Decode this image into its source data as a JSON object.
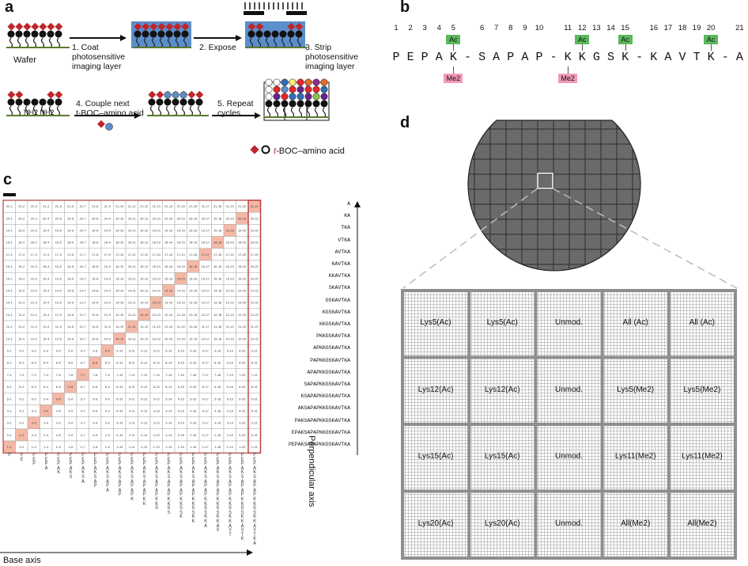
{
  "panels": {
    "a": {
      "label": "a",
      "steps": [
        {
          "text": "1. Coat\nphotosensitive\nimaging layer"
        },
        {
          "text": "2. Expose"
        },
        {
          "text": "3. Strip\nphotosensitive\nimaging layer"
        },
        {
          "text": "4. Couple next\nt-BOC–amino acid"
        },
        {
          "text": "5. Repeat\ncycles"
        }
      ],
      "wafer_label": "Wafer",
      "nh2_label": "NH2 NH2",
      "legend_prefix": "t",
      "legend_text": "-BOC–amino acid"
    },
    "b": {
      "label": "b",
      "positions": [
        "1",
        "2",
        "3",
        "4",
        "5",
        "",
        "6",
        "7",
        "8",
        "9",
        "10",
        "",
        "11",
        "12",
        "13",
        "14",
        "15",
        "",
        "16",
        "17",
        "18",
        "19",
        "20",
        "",
        "21"
      ],
      "sequence": [
        "P",
        "E",
        "P",
        "A",
        "K",
        "-",
        "S",
        "A",
        "P",
        "A",
        "P",
        "-",
        "K",
        "K",
        "G",
        "S",
        "K",
        "-",
        "K",
        "A",
        "V",
        "T",
        "K",
        "-",
        "A"
      ],
      "ac_tags": [
        {
          "index": 4,
          "text": "Ac"
        },
        {
          "index": 13,
          "text": "Ac"
        },
        {
          "index": 16,
          "text": "Ac"
        },
        {
          "index": 22,
          "text": "Ac"
        }
      ],
      "me_tags": [
        {
          "index": 4,
          "text": "Me2"
        },
        {
          "index": 12,
          "text": "Me2"
        }
      ],
      "colors": {
        "ac": "#5cb85c",
        "me": "#f29ab8"
      }
    },
    "c": {
      "label": "c",
      "base_axis": "Base axis",
      "perp_axis": "Perpendicular axis",
      "row_labels": [
        "A",
        "KA",
        "TKA",
        "VTKA",
        "AVTKA",
        "KAVTKA",
        "KKAVTKA",
        "SKAVTKA",
        "GSKAVTKA",
        "KGSKAVTKA",
        "KKGSKAVTKA",
        "PKKGSKAVTKA",
        "APKKGSKAVTKA",
        "PAPKKGSKAVTKA",
        "APAPKKGSKAVTKA",
        "SAPAPKKGSKAVTKA",
        "KSAPAPKKGSKAVTKA",
        "AKSAPAPKKGSKAVTKA",
        "PAKSAPAPKKGSKAVTKA",
        "EPAKSAPAPKKGSKAVTKA",
        "PEPAKSAPAPKKGSKAVTKA"
      ],
      "col_labels": [
        "P",
        "PE",
        "PEP",
        "PEPA",
        "PEPAK",
        "PEPAKS",
        "PEPAKSA",
        "PEPAKSAP",
        "PEPAKSAPA",
        "PEPAKSAPAP",
        "PEPAKSAPAPK",
        "PEPAKSAPAPKK",
        "PEPAKSAPAPKKG",
        "PEPAKSAPAPKKGS",
        "PEPAKSAPAPKKGSK",
        "PEPAKSAPAPKKGSKK",
        "PEPAKSAPAPKKGSKKA",
        "PEPAKSAPAPKKGSKKAV",
        "PEPAKSAPAPKKGSKKAVT",
        "PEPAKSAPAPKKGSKKAVTK",
        "PEPAKSAPAPKKGSKKAVTKA"
      ],
      "grid_size": 21,
      "highlight_color": "#f4b9a6"
    },
    "d": {
      "label": "d",
      "grid": [
        [
          "Lys5(Ac)",
          "Lys5(Ac)",
          "Unmod.",
          "All (Ac)",
          "All (Ac)"
        ],
        [
          "Lys12(Ac)",
          "Lys12(Ac)",
          "Unmod.",
          "Lys5(Me2)",
          "Lys5(Me2)"
        ],
        [
          "Lys15(Ac)",
          "Lys15(Ac)",
          "Unmod.",
          "Lys11(Me2)",
          "Lys11(Me2)"
        ],
        [
          "Lys20(Ac)",
          "Lys20(Ac)",
          "Unmod.",
          "All(Me2)",
          "All(Me2)"
        ]
      ]
    }
  }
}
